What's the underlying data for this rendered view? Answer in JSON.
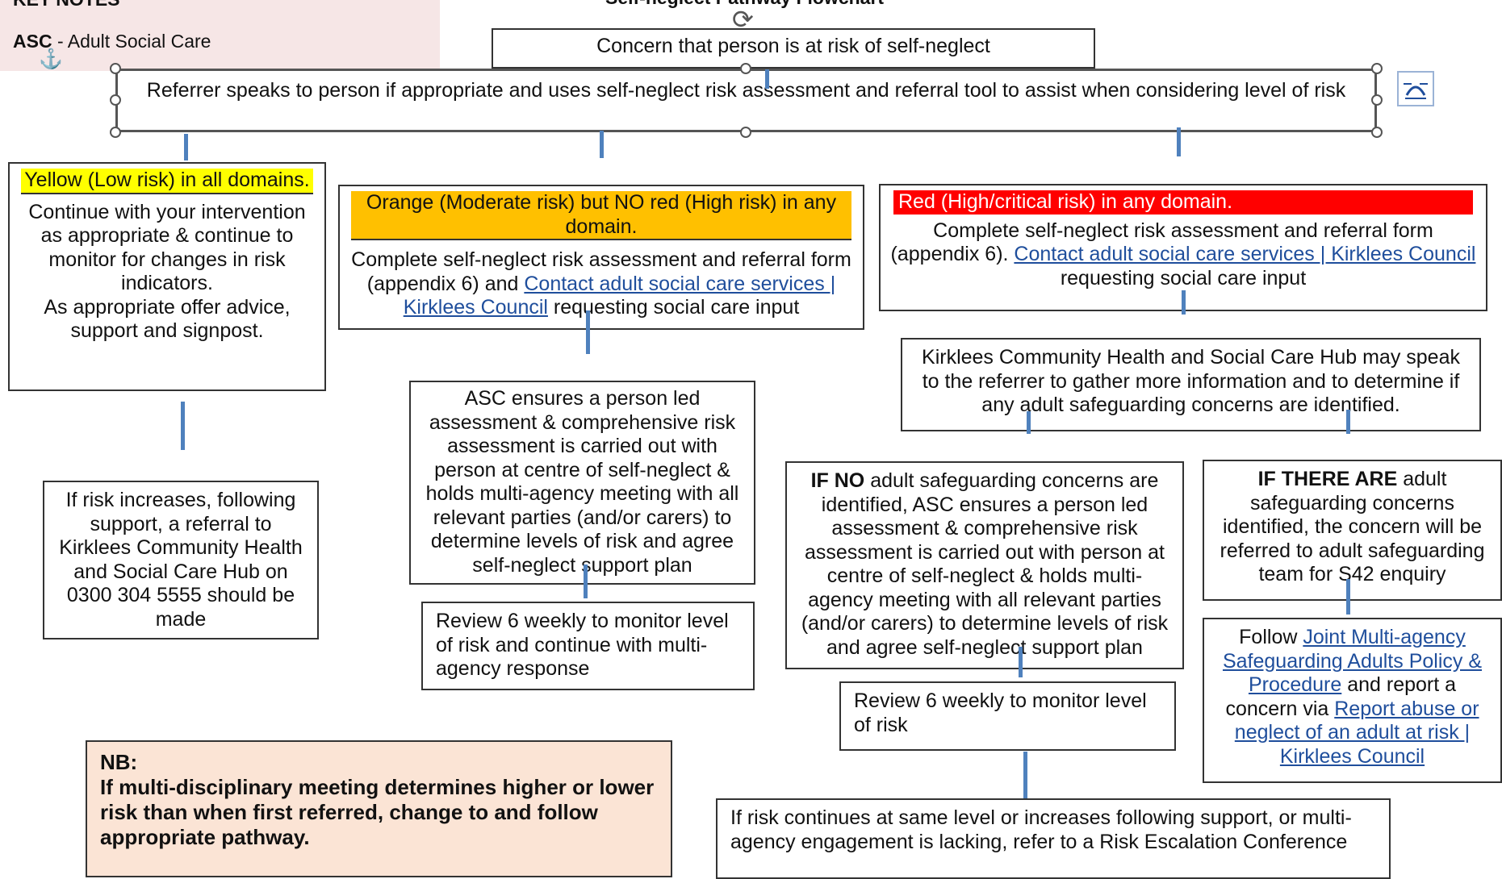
{
  "key_notes": {
    "heading": "KEY NOTES",
    "abbrev": "ASC",
    "abbrev_text": " - Adult Social Care"
  },
  "top_title": "Self-neglect Pathway Flowchart",
  "concern_box": "Concern that person is at risk of self-neglect",
  "referrer_box": "Referrer speaks to person if appropriate and uses self-neglect risk assessment and referral tool to assist when considering level of risk",
  "yellow": {
    "band": "Yellow (Low risk) in all domains.",
    "body": "Continue with your intervention as appropriate & continue to monitor for changes in risk indicators.\nAs appropriate offer advice, support and signpost."
  },
  "orange": {
    "band": "Orange (Moderate risk) but NO red (High risk) in any domain.",
    "text1": "Complete self-neglect risk assessment and referral form (appendix 6) and ",
    "link": "Contact adult social care services | Kirklees Council",
    "text2": " requesting social care input"
  },
  "red": {
    "band": "Red (High/critical risk) in any domain.",
    "text1": "Complete self-neglect risk assessment and referral form (appendix 6). ",
    "link": "Contact adult social care services | Kirklees Council",
    "text2": " requesting social care input"
  },
  "yellow_followup": "If risk increases, following support, a referral to Kirklees Community Health and Social Care Hub on 0300 304 5555 should be made",
  "asc_assessment": "ASC ensures a person led assessment & comprehensive risk assessment is carried out with person at centre of self-neglect & holds multi-agency meeting with all relevant parties (and/or carers) to determine levels of risk and agree self-neglect support plan",
  "review_orange": "Review 6 weekly to monitor level of risk and continue with multi-agency response",
  "hub_box": "Kirklees Community Health and Social Care Hub may speak to the referrer to gather more information and to determine if any adult safeguarding concerns are identified.",
  "if_no": {
    "bold": "IF NO",
    "text": " adult safeguarding concerns are identified, ASC ensures a person led assessment & comprehensive risk assessment is carried out with person at centre of self-neglect & holds multi-agency meeting with all relevant parties (and/or carers) to determine levels of risk and agree self-neglect support plan"
  },
  "if_there_are": {
    "bold": "IF THERE ARE",
    "text": " adult safeguarding concerns identified, the concern will be referred to adult safeguarding team for S42 enquiry"
  },
  "review_red": "Review 6 weekly to monitor level of risk",
  "follow": {
    "t1": "Follow ",
    "link1": "Joint Multi-agency Safeguarding Adults Policy & Procedure",
    "t2": " and report a concern via ",
    "link2": "Report abuse or neglect of an adult at risk | Kirklees Council"
  },
  "escalation": "If risk continues at same level or increases following support, or multi-agency engagement is lacking, refer to a Risk Escalation Conference",
  "nb": {
    "heading": "NB:",
    "text": "If multi-disciplinary meeting determines higher or lower risk than when first referred, change to and follow appropriate pathway."
  },
  "colors": {
    "yellow": "#ffff00",
    "orange": "#ffc000",
    "red": "#ff0000",
    "arrow": "#4f81bd",
    "link": "#1f4e9c",
    "nb_bg": "#fbe4d5",
    "key_notes_bg": "#f6e6e6"
  },
  "icons": [
    "anchor-icon",
    "rotate-handle-icon",
    "layout-options-icon"
  ]
}
